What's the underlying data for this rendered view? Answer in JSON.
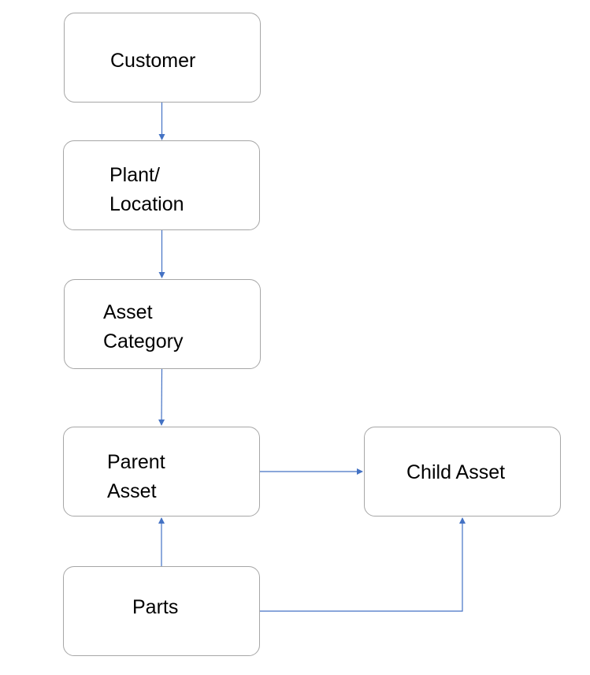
{
  "nodes": {
    "customer": {
      "label": "Customer"
    },
    "plant": {
      "line1": "Plant/",
      "line2": "Location"
    },
    "asset_category": {
      "line1": "Asset",
      "line2": "Category"
    },
    "parent_asset": {
      "line1": "Parent",
      "line2": "Asset"
    },
    "child_asset": {
      "label": "Child Asset"
    },
    "parts": {
      "label": "Parts"
    }
  },
  "colors": {
    "node_border": "#a6a6a6",
    "connector": "#4472c4",
    "text": "#000000"
  }
}
